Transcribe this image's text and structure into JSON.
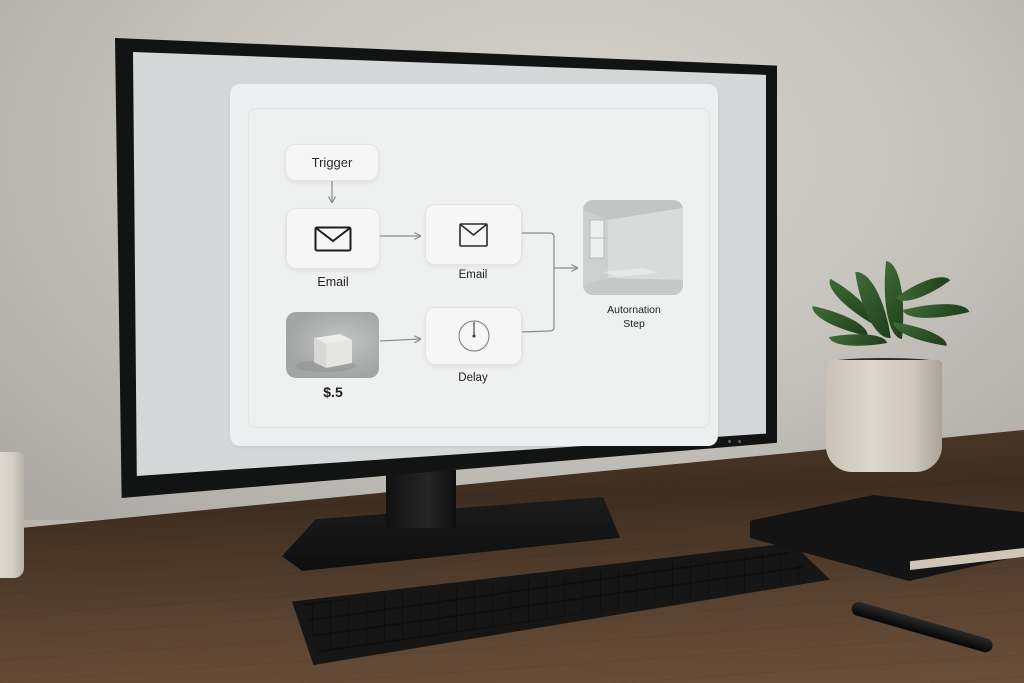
{
  "scene": {
    "description": "Desktop monitor on a wooden desk displaying an automation workflow builder",
    "objects": [
      "monitor",
      "keyboard",
      "notebook",
      "pen",
      "potted-plant",
      "mug"
    ]
  },
  "workflow": {
    "nodes": [
      {
        "id": "trigger",
        "label": "Trigger",
        "icon": "none"
      },
      {
        "id": "email-1",
        "label": "Email",
        "icon": "envelope-icon"
      },
      {
        "id": "email-2",
        "label": "Email",
        "icon": "envelope-icon"
      },
      {
        "id": "price",
        "label": "$.5",
        "icon": "cube-image"
      },
      {
        "id": "delay",
        "label": "Delay",
        "icon": "clock-icon"
      },
      {
        "id": "automation-step",
        "label_line1": "Autornation",
        "label_line2": "Step",
        "icon": "room-image"
      }
    ],
    "edges": [
      {
        "from": "trigger",
        "to": "email-1"
      },
      {
        "from": "email-1",
        "to": "email-2"
      },
      {
        "from": "price",
        "to": "delay"
      },
      {
        "from": "email-2",
        "to": "automation-step"
      },
      {
        "from": "delay",
        "to": "automation-step"
      }
    ]
  },
  "colors": {
    "screen_bg": "#d5d7d8",
    "card_bg": "#eeeff0",
    "node_bg": "#f6f6f6",
    "connector": "#8a8c8c",
    "bezel": "#121413"
  }
}
